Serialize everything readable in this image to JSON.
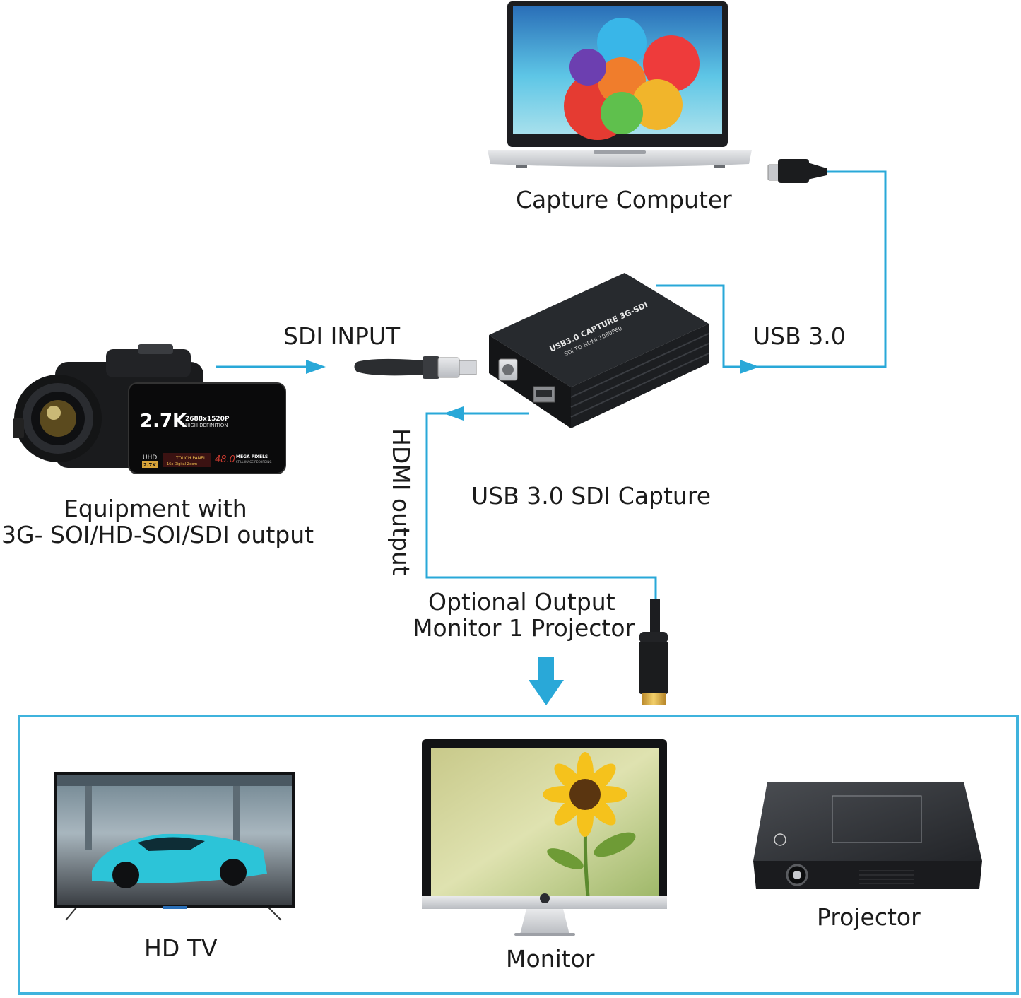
{
  "colors": {
    "connector": "#29a8d8",
    "frame": "#3fb3dd",
    "device_body": "#1e2124",
    "text": "#1b1b1b"
  },
  "labels": {
    "capture_computer": "Capture  Computer",
    "sdi_input": "SDI  INPUT",
    "usb30": "USB 3.0",
    "equipment_line1": "Equipment with",
    "equipment_line2": "3G- SOI/HD-SOI/SDI output",
    "usb_sdi_capture": "USB 3.0 SDI Capture",
    "hdmi_output": "HDMI output",
    "optional_line1": "Optional Output",
    "optional_line2": "Monitor 1 Projector",
    "hd_tv": "HD TV",
    "monitor": "Monitor",
    "projector": "Projector"
  },
  "device": {
    "line1": "USB3.0 CAPTURE 3G-SDI",
    "line2": "SDI TO HDMI 1080P60"
  },
  "camcorder": {
    "resolution_big": "2.7K",
    "resolution_small": "2688x1520P",
    "hd_text": "HIGH DEFINITION",
    "uhd": "UHD",
    "uhd_sub": "2.7K",
    "panel": "TOUCH PANEL",
    "zoom": "16x Digital Zoom",
    "mp": "48.0",
    "mega": "MEGA PIXELS",
    "still": "STILL IMAGE RECORDING"
  },
  "icons": {
    "arrow": "arrow-icon",
    "apple": "apple-logo-icon",
    "dlp": "dlp-logo-icon"
  }
}
